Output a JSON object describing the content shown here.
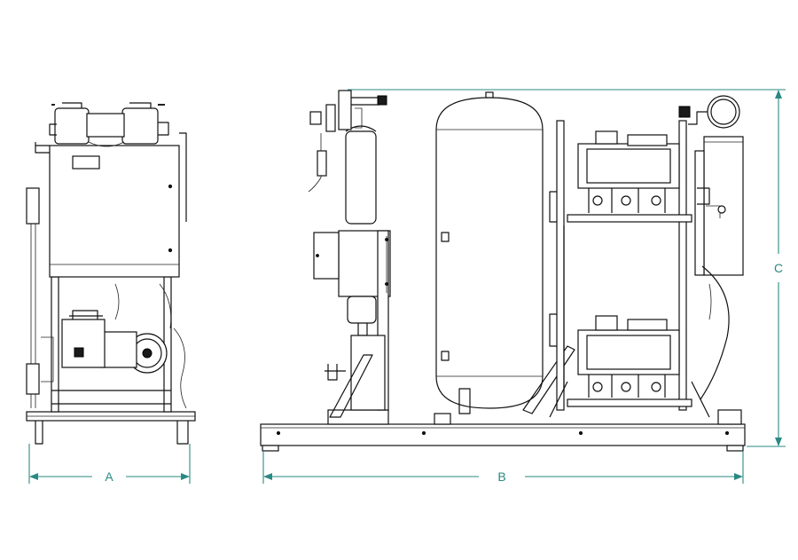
{
  "dimensions": {
    "width_label": "A",
    "length_label": "B",
    "height_label": "C"
  },
  "colors": {
    "dimension_line": "#2a8a83",
    "drawing_line": "#111111",
    "background": "#ffffff"
  }
}
